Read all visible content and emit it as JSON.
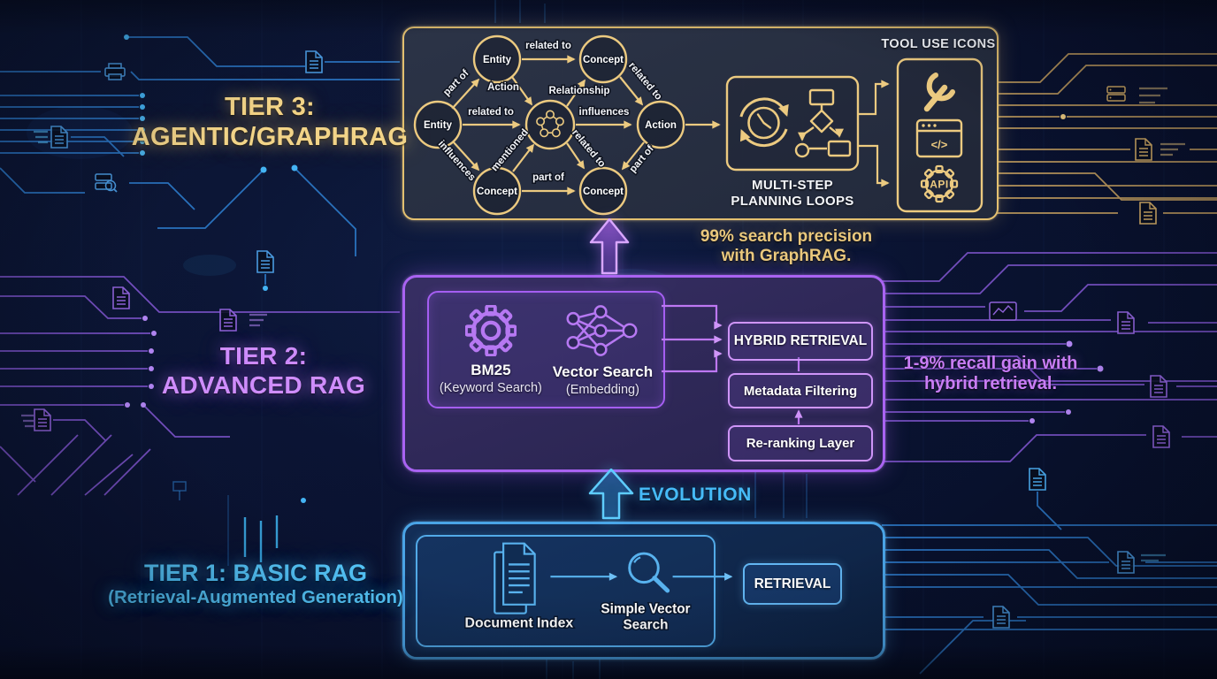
{
  "tier3": {
    "title": {
      "line1": "TIER 3:",
      "line2": "AGENTIC/GRAPHRAG"
    },
    "graph": {
      "nodes": {
        "entity_top": "Entity",
        "concept_top": "Concept",
        "entity_left": "Entity",
        "action": "Action",
        "concept_bottom_left": "Concept",
        "concept_bottom_right": "Concept"
      },
      "edges": {
        "entityleft_entitytop": "part of",
        "entitytop_concepttop": "related to",
        "entitytop_hub": "Action",
        "hub_concepttop": "Relationship",
        "entityleft_hub": "related to",
        "hub_action": "influences",
        "concepttop_action": "related to",
        "entityleft_conceptbl": "influences",
        "conceptbl_hub": "mentioned",
        "hub_conceptbr": "related to",
        "action_conceptbr": "part of",
        "conceptbl_conceptbr": "part of"
      }
    },
    "planning": {
      "line1": "MULTI-STEP",
      "line2": "PLANNING LOOPS"
    },
    "tools": {
      "title": "TOOL USE ICONS",
      "api": "API",
      "code": "</>"
    }
  },
  "tier2": {
    "title": {
      "line1": "TIER 2:",
      "line2": "ADVANCED RAG"
    },
    "bm25": {
      "title": "BM25",
      "subtitle": "(Keyword Search)"
    },
    "vector": {
      "title": "Vector Search",
      "subtitle": "(Embedding)"
    },
    "boxes": {
      "hybrid": "HYBRID RETRIEVAL",
      "metadata": "Metadata Filtering",
      "rerank": "Re-ranking Layer"
    }
  },
  "tier1": {
    "title": {
      "line1": "TIER 1: BASIC RAG",
      "line2": "(Retrieval-Augmented Generation)"
    },
    "document_index": "Document Index",
    "simple_vector": {
      "line1": "Simple Vector",
      "line2": "Search"
    },
    "retrieval": "RETRIEVAL"
  },
  "annotations": {
    "graphrag_precision": {
      "line1": "99% search precision",
      "line2": "with GraphRAG."
    },
    "hybrid_recall": {
      "line1": "1-9% recall gain with",
      "line2": "hybrid retrieval."
    },
    "evolution": "EVOLUTION"
  },
  "colors": {
    "gold": "#eac87d",
    "purple": "#bd77f2",
    "blue": "#4fb0f0",
    "cyan": "#46bbf8",
    "background": "#0b132f",
    "text_white": "#f3f5f9"
  },
  "icons": {
    "graph-hub-icon": "pentagon node-cluster glyph",
    "iteration-clock-icon": "clock with circular refresh arrows",
    "flowchart-icon": "decision flowchart",
    "wrench-icon": "wrench",
    "code-window-icon": "browser window with code brackets",
    "api-gear-icon": "gear with API label",
    "gear-icon": "settings gear",
    "neural-network-icon": "connected embedding nodes",
    "documents-icon": "stacked document pages",
    "search-magnifier-icon": "magnifying glass",
    "up-arrow-icon": "upward block arrow",
    "document-icon": "circuit document chip"
  }
}
